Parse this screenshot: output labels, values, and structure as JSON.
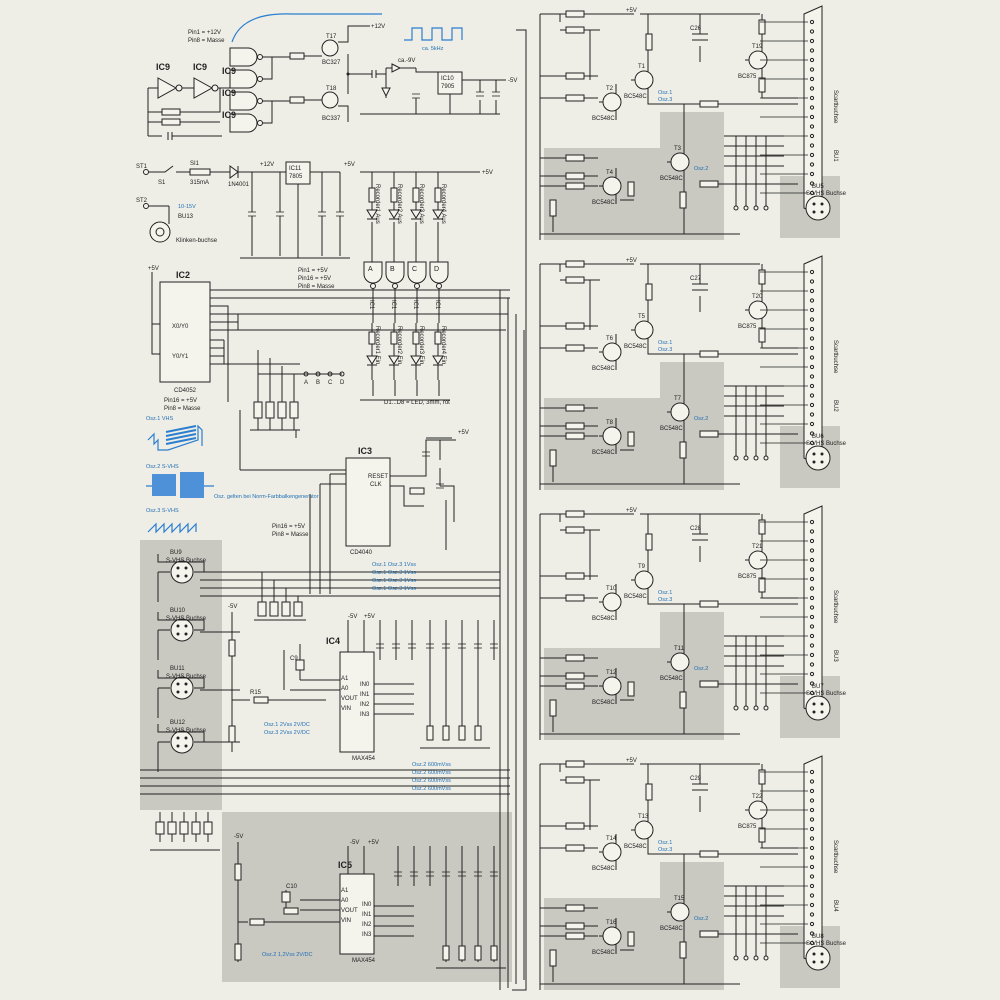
{
  "ic_labels": {
    "ic9a": "IC9",
    "ic9b": "IC9",
    "ic9c": "IC9",
    "ic9d": "IC9",
    "ic9e": "IC9",
    "ic2": "IC2",
    "ic3": "IC3",
    "ic4": "IC4",
    "ic5": "IC5",
    "ic10": "IC10",
    "ic11": "IC11",
    "ic1a": "IC1",
    "ic1b": "IC1",
    "ic1c": "IC1",
    "ic1d": "IC1"
  },
  "part_notes": {
    "ic9_power": "Pin1 = +12V",
    "ic9_gnd": "Pin8 = Masse",
    "ic2_power": "Pin16 = +5V",
    "ic2_gnd": "Pin8 = Masse",
    "ic2_name": "CD4052",
    "ic1_power": "Pin1 = +5V",
    "ic1_power2": "Pin16 = +5V",
    "ic1_gnd": "Pin8 = Masse",
    "ic3_power": "Pin16 = +5V",
    "ic3_gnd": "Pin8 = Masse",
    "ic3_name": "CD4040",
    "ic4_name": "MAX454",
    "ic5_name": "MAX454",
    "ic10_name": "7905",
    "ic11_name": "7805",
    "square_wave_note": "ca. 5kHz",
    "neg_volt_note": "ca.-9V",
    "led_note": "D1...D8 = LED, 3mm, rot",
    "input_voltage": "10-15V",
    "bu13_label": "BU13",
    "bu13_sub": "Klinken-buchse",
    "st1": "ST1",
    "st2": "ST2",
    "s1": "S1",
    "si1": "SI1",
    "si1_val": "315mA"
  },
  "rails": {
    "plus12": "+12V",
    "plus5": "+5V",
    "minus5": "-5V",
    "plus5b": "+5V",
    "minus5b": "-5V"
  },
  "led_labels": [
    "Recorder1 Aus",
    "Recorder2 Aus",
    "Recorder3 Aus",
    "Recorder4 Aus",
    "Recorder1 Ein",
    "Recorder2 Ein",
    "Recorder3 Ein",
    "Recorder4 Ein"
  ],
  "abcd": [
    "A",
    "B",
    "C",
    "D"
  ],
  "osc_legend": {
    "osz1": "Osz.1 VHS",
    "osz2": "Osz.2 S-VHS",
    "osz3": "Osz.3 S-VHS",
    "note": "Osz. gelten bei Norm-Farbbalkengenerator"
  },
  "amplitudes": {
    "a1": "Osz.1  Osz.3  1Vss",
    "a2": "Osz.1  Osz.3  1Vss",
    "a3": "Osz.1  Osz.3  1Vss",
    "a4": "Osz.1  Osz.3  1Vss",
    "ic4_note1": "Osz.1  2Vss 2V/DC",
    "ic4_note2": "Osz.3  2Vss 2V/DC",
    "b1": "Osz.2 600mVss",
    "b2": "Osz.2 600mVss",
    "b3": "Osz.2 600mVss",
    "b4": "Osz.2 600mVss",
    "ic5_note": "Osz.2  1,2Vss 2V/DC"
  },
  "left_sockets": [
    {
      "name": "BU9",
      "sub": "S-VHS Buchse"
    },
    {
      "name": "BU10",
      "sub": "S-VHS Buchse"
    },
    {
      "name": "BU11",
      "sub": "S-VHS Buchse"
    },
    {
      "name": "BU12",
      "sub": "S-VHS Buchse"
    }
  ],
  "channels": [
    {
      "t_top": "T1",
      "t_mid": "T2",
      "t_out": "T3",
      "t_low": "T4",
      "t_drv": "T19",
      "scart": "BU1",
      "svhs": "BU5",
      "svhs_sub": "S-VHS Buchse",
      "scart_sub": "Scartbuchse",
      "cap": "C26",
      "osz_a": "Osz.1",
      "osz_b": "Osz.3",
      "osz_c": "Osz.2",
      "bc_a": "BC548C",
      "bc_b": "BC548C",
      "bc_c": "BC548C",
      "bc_d": "BC548C",
      "bc_drv": "BC875"
    },
    {
      "t_top": "T5",
      "t_mid": "T6",
      "t_out": "T7",
      "t_low": "T8",
      "t_drv": "T20",
      "scart": "BU2",
      "svhs": "BU6",
      "svhs_sub": "S-VHS Buchse",
      "scart_sub": "Scartbuchse",
      "cap": "C27",
      "osz_a": "Osz.1",
      "osz_b": "Osz.3",
      "osz_c": "Osz.2",
      "bc_a": "BC548C",
      "bc_b": "BC548C",
      "bc_c": "BC548C",
      "bc_d": "BC548C",
      "bc_drv": "BC875"
    },
    {
      "t_top": "T9",
      "t_mid": "T10",
      "t_out": "T11",
      "t_low": "T12",
      "t_drv": "T21",
      "scart": "BU3",
      "svhs": "BU7",
      "svhs_sub": "S-VHS Buchse",
      "scart_sub": "Scartbuchse",
      "cap": "C28",
      "osz_a": "Osz.1",
      "osz_b": "Osz.3",
      "osz_c": "Osz.2",
      "bc_a": "BC548C",
      "bc_b": "BC548C",
      "bc_c": "BC548C",
      "bc_d": "BC548C",
      "bc_drv": "BC875"
    },
    {
      "t_top": "T13",
      "t_mid": "T14",
      "t_out": "T15",
      "t_low": "T16",
      "t_drv": "T22",
      "scart": "BU4",
      "svhs": "BU8",
      "svhs_sub": "S-VHS Buchse",
      "scart_sub": "Scartbuchse",
      "cap": "C29",
      "osz_a": "Osz.1",
      "osz_b": "Osz.3",
      "osz_c": "Osz.2",
      "bc_a": "BC548C",
      "bc_b": "BC548C",
      "bc_c": "BC548C",
      "bc_d": "BC548C",
      "bc_drv": "BC875"
    }
  ],
  "colors": {
    "ink": "#222222",
    "paper": "#efeee6",
    "shade": "#c9c8c1",
    "blue": "#1f6fb5"
  }
}
